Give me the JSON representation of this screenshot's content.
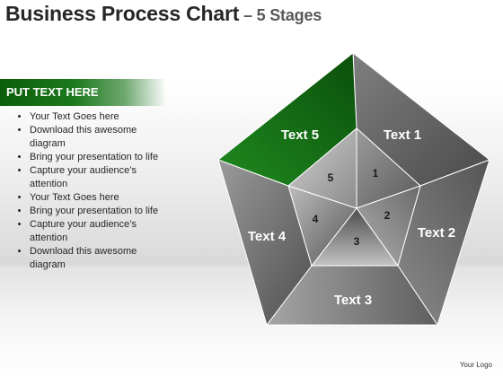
{
  "header": {
    "title": "Business Process Chart",
    "subtitle": " – 5 Stages"
  },
  "sidebar": {
    "banner": "PUT TEXT HERE",
    "bullets": [
      "Your Text Goes here",
      "Download this awesome diagram",
      "Bring your presentation to life",
      "Capture your audience’s attention",
      "Your Text Goes here",
      "Bring your presentation to life",
      "Capture your audience’s attention",
      "Download this awesome diagram"
    ]
  },
  "diagram": {
    "segments": [
      {
        "label": "Text 1",
        "number": "1"
      },
      {
        "label": "Text 2",
        "number": "2"
      },
      {
        "label": "Text 3",
        "number": "3"
      },
      {
        "label": "Text 4",
        "number": "4"
      },
      {
        "label": "Text 5",
        "number": "5"
      }
    ],
    "highlight_color": "#157a15",
    "highlight_segment": "Text 5"
  },
  "footer": {
    "logo": "Your Logo"
  }
}
